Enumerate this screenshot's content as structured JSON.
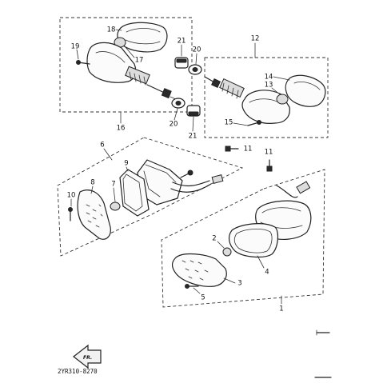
{
  "diagram": {
    "drawing_code": "2YR310-8270",
    "front_marker": "FR.",
    "callouts": {
      "c1": "1",
      "c2": "2",
      "c3": "3",
      "c4": "4",
      "c5": "5",
      "c6": "6",
      "c7": "7",
      "c8": "8",
      "c9": "9",
      "c10": "10",
      "c11a": "11",
      "c11b": "11",
      "c12": "12",
      "c13": "13",
      "c14": "14",
      "c15": "15",
      "c16": "16",
      "c17": "17",
      "c18": "18",
      "c19": "19",
      "c20a": "20",
      "c20b": "20",
      "c21a": "21",
      "c21b": "21"
    }
  }
}
